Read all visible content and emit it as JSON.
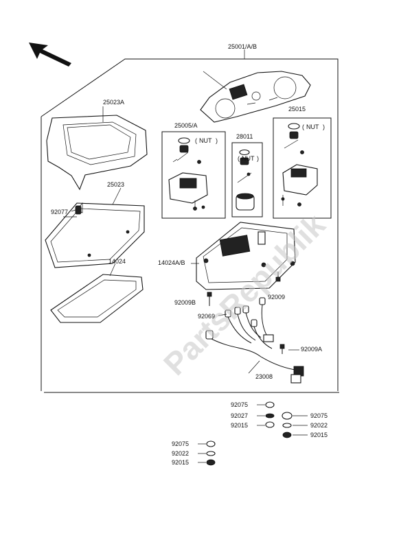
{
  "diagram": {
    "watermark": "PartsRepublik",
    "callouts": {
      "c25001": "25001/A/B",
      "c25023A": "25023A",
      "c25005": "25005/A",
      "c28011": "28011",
      "c25015": "25015",
      "nut1": "NUT",
      "nut2": "NUT",
      "nut3": "NUT",
      "c25023": "25023",
      "c92077": "92077",
      "c14024": "14024",
      "c14024AB": "14024A/B",
      "c92009B": "92009B",
      "c92009": "92009",
      "c92069": "92069",
      "c92009A": "92009A",
      "c23008": "23008",
      "g1_92075": "92075",
      "g1_92027": "92027",
      "g1_92015": "92015",
      "g2_92075": "92075",
      "g2_92022": "92022",
      "g2_92015": "92015",
      "g3_92075": "92075",
      "g3_92022": "92022",
      "g3_92015": "92015"
    }
  }
}
